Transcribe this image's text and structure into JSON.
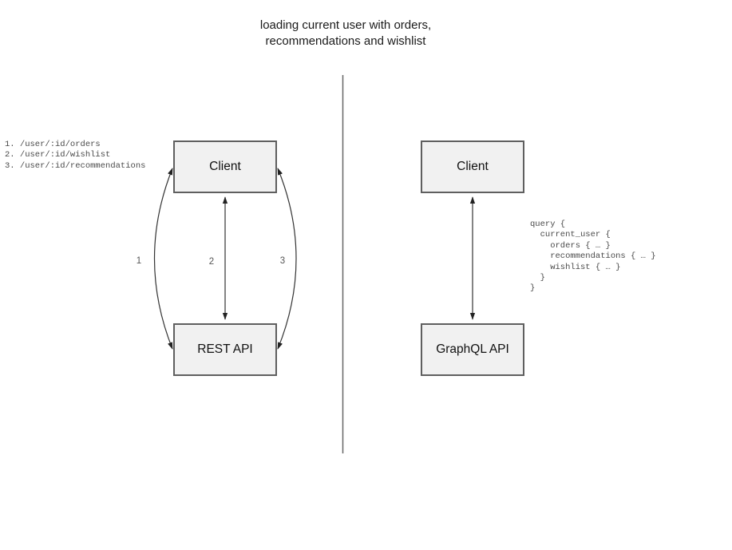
{
  "title": "loading current user with orders,\nrecommendations and wishlist",
  "colors": {
    "box_fill": "#f1f1f1",
    "box_border": "#5f5f5f",
    "arrow_stroke": "#333333",
    "divider_stroke": "#666666",
    "code_text": "#4a4a4a"
  },
  "rest_diagram": {
    "client_label": "Client",
    "api_label": "REST API",
    "endpoints": [
      "1. /user/:id/orders",
      "2. /user/:id/wishlist",
      "3. /user/:id/recommendations"
    ],
    "arrow_labels": [
      "1",
      "2",
      "3"
    ]
  },
  "graphql_diagram": {
    "client_label": "Client",
    "api_label": "GraphQL API",
    "query_lines": [
      "query {",
      "  current_user {",
      "    orders { … }",
      "    recommendations { … }",
      "    wishlist { … }",
      "  }",
      "}"
    ]
  }
}
